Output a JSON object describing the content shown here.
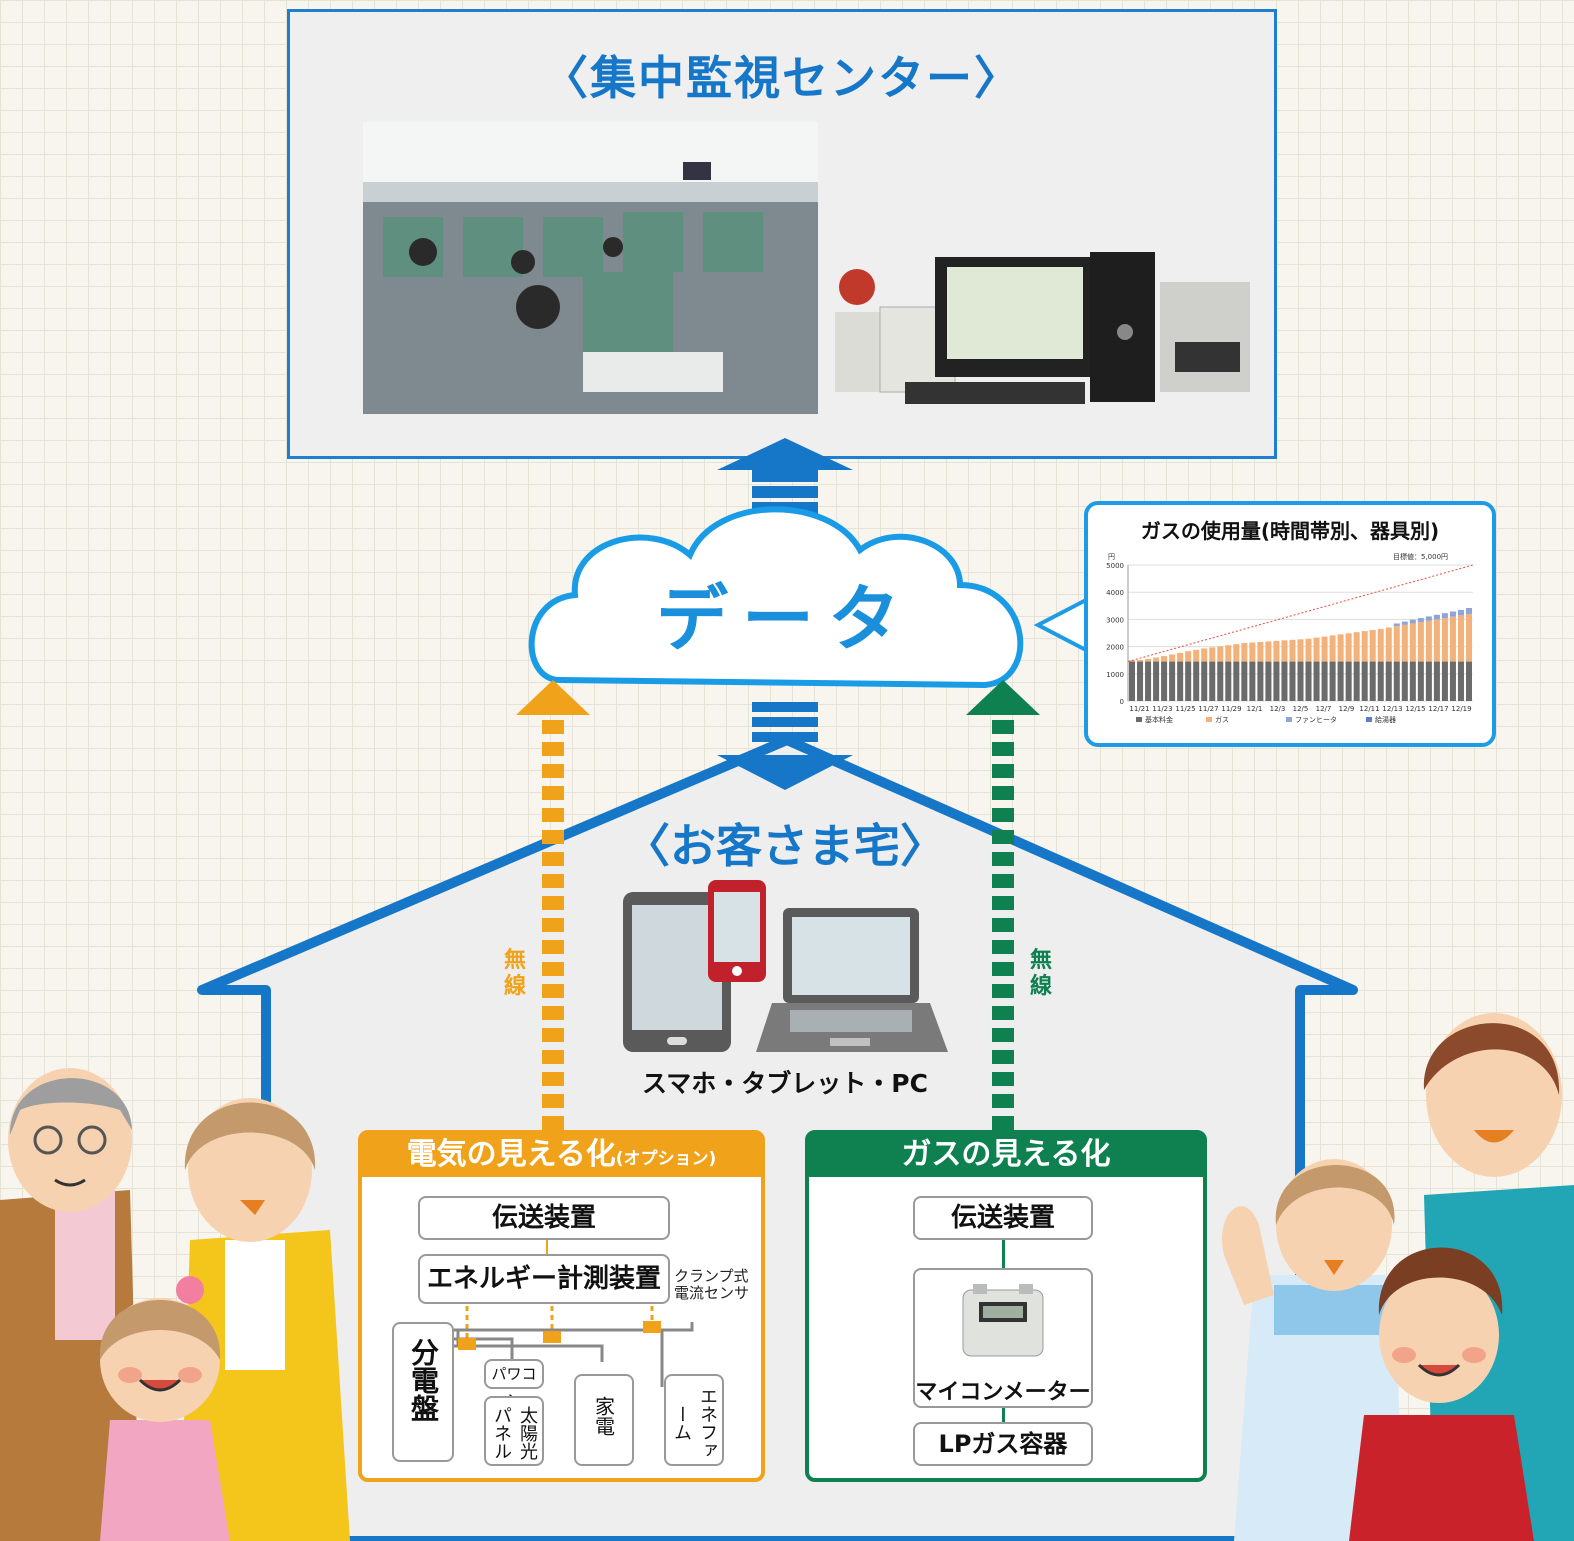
{
  "center": {
    "title": "〈集中監視センター〉"
  },
  "cloud": {
    "label": "データ"
  },
  "house": {
    "title": "〈お客さま宅〉"
  },
  "wireless_left": "無線",
  "wireless_right": "無線",
  "devices_label": "スマホ・タブレット・PC",
  "electric_panel": {
    "title": "電気の見える化",
    "title_suffix": "(オプション)",
    "transmitter": "伝送装置",
    "meter": "エネルギー計測装置",
    "sensor_line1": "クランプ式",
    "sensor_line2": "電流センサ",
    "distribution_board": "分電盤",
    "power_conditioner": "パワコン",
    "solar_panel": "太陽光パネル",
    "appliances": "家電",
    "ene_farm": "エネファーム"
  },
  "gas_panel": {
    "title": "ガスの見える化",
    "transmitter": "伝送装置",
    "meter": "マイコンメーター",
    "container": "LPガス容器"
  },
  "colors": {
    "blue": "#1677c9",
    "orange": "#f0a21a",
    "green": "#0f8050",
    "chart_base": "#6b6b6b",
    "chart_gas": "#f2b27a",
    "chart_fan": "#8fa5d6"
  },
  "chart_data": {
    "type": "bar",
    "title": "ガスの使用量(時間帯別、器具別)",
    "ylabel": "円",
    "ylim": [
      0,
      5000
    ],
    "yticks": [
      0,
      1000,
      2000,
      3000,
      4000,
      5000
    ],
    "categories": [
      "11/21",
      "11/23",
      "11/25",
      "11/27",
      "11/29",
      "12/1",
      "12/3",
      "12/5",
      "12/7",
      "12/9",
      "12/11",
      "12/13",
      "12/15",
      "12/17",
      "12/19"
    ],
    "target_label": "目標値：5,000円",
    "target_line": [
      1450,
      5000
    ],
    "series": [
      {
        "name": "基本料金",
        "values": [
          1450,
          1450,
          1450,
          1450,
          1450,
          1450,
          1450,
          1450,
          1450,
          1450,
          1450,
          1450,
          1450,
          1450,
          1450,
          1450,
          1450,
          1450,
          1450,
          1450,
          1450,
          1450,
          1450,
          1450,
          1450,
          1450,
          1450,
          1450,
          1450,
          1450,
          1450,
          1450,
          1450,
          1450,
          1450,
          1450,
          1450,
          1450,
          1450,
          1450,
          1450,
          1450,
          1450
        ]
      },
      {
        "name": "ガス",
        "values": [
          50,
          60,
          100,
          150,
          200,
          260,
          320,
          380,
          430,
          480,
          520,
          560,
          600,
          640,
          680,
          700,
          720,
          740,
          760,
          780,
          800,
          820,
          840,
          880,
          920,
          960,
          1000,
          1040,
          1080,
          1120,
          1160,
          1200,
          1250,
          1300,
          1350,
          1400,
          1450,
          1500,
          1550,
          1600,
          1650,
          1700,
          1750
        ]
      },
      {
        "name": "ファンヒータ",
        "values": [
          0,
          0,
          0,
          0,
          0,
          0,
          0,
          0,
          0,
          0,
          0,
          0,
          0,
          0,
          0,
          0,
          0,
          0,
          0,
          0,
          0,
          0,
          0,
          0,
          0,
          0,
          0,
          0,
          0,
          0,
          0,
          0,
          0,
          100,
          120,
          140,
          150,
          160,
          170,
          180,
          190,
          200,
          220
        ]
      },
      {
        "name": "給湯器",
        "values": [
          0,
          0,
          0,
          0,
          0,
          0,
          0,
          0,
          0,
          0,
          0,
          0,
          0,
          0,
          0,
          0,
          0,
          0,
          0,
          0,
          0,
          0,
          0,
          0,
          0,
          0,
          0,
          0,
          0,
          0,
          0,
          0,
          0,
          0,
          0,
          0,
          0,
          0,
          0,
          0,
          0,
          0,
          0
        ]
      }
    ]
  }
}
